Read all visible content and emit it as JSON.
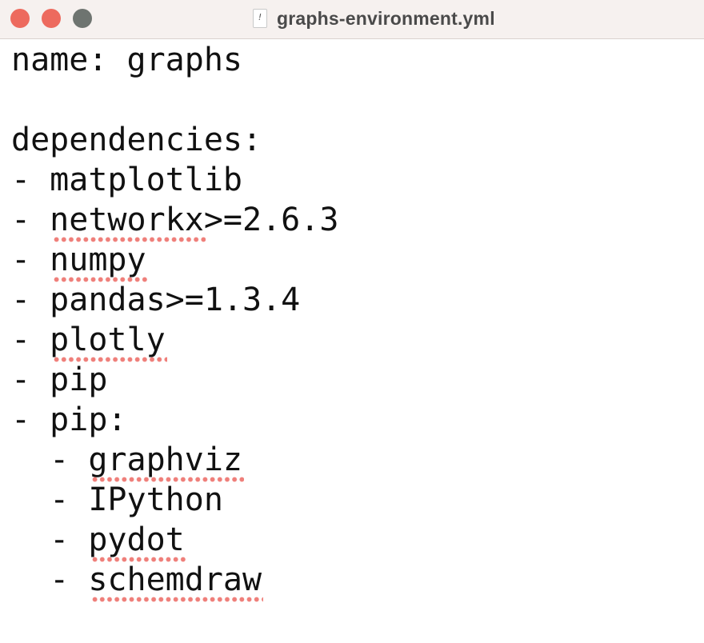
{
  "window": {
    "title": "graphs-environment.yml",
    "file_icon_glyph": "!"
  },
  "editor": {
    "lines": [
      {
        "prefix": "name: ",
        "token": "graphs",
        "suffix": "",
        "misspelled": false
      },
      {
        "prefix": "",
        "token": "",
        "suffix": "",
        "misspelled": false
      },
      {
        "prefix": "dependencies:",
        "token": "",
        "suffix": "",
        "misspelled": false
      },
      {
        "prefix": "- ",
        "token": "matplotlib",
        "suffix": "",
        "misspelled": false
      },
      {
        "prefix": "- ",
        "token": "networkx",
        "suffix": ">=2.6.3",
        "misspelled": true
      },
      {
        "prefix": "- ",
        "token": "numpy",
        "suffix": "",
        "misspelled": true
      },
      {
        "prefix": "- ",
        "token": "pandas",
        "suffix": ">=1.3.4",
        "misspelled": false
      },
      {
        "prefix": "- ",
        "token": "plotly",
        "suffix": "",
        "misspelled": true
      },
      {
        "prefix": "- ",
        "token": "pip",
        "suffix": "",
        "misspelled": false
      },
      {
        "prefix": "- ",
        "token": "pip",
        "suffix": ":",
        "misspelled": false
      },
      {
        "prefix": "  - ",
        "token": "graphviz",
        "suffix": "",
        "misspelled": true
      },
      {
        "prefix": "  - ",
        "token": "IPython",
        "suffix": "",
        "misspelled": false
      },
      {
        "prefix": "  - ",
        "token": "pydot",
        "suffix": "",
        "misspelled": true
      },
      {
        "prefix": "  - ",
        "token": "schemdraw",
        "suffix": "",
        "misspelled": true
      }
    ]
  },
  "colors": {
    "titlebar_bg": "#f6f1ef",
    "close_button": "#ed6a5e",
    "minimize_button": "#ed6a5e",
    "zoom_button": "#6e7470",
    "spellcheck_underline": "#ef7f7a",
    "text": "#111111"
  }
}
